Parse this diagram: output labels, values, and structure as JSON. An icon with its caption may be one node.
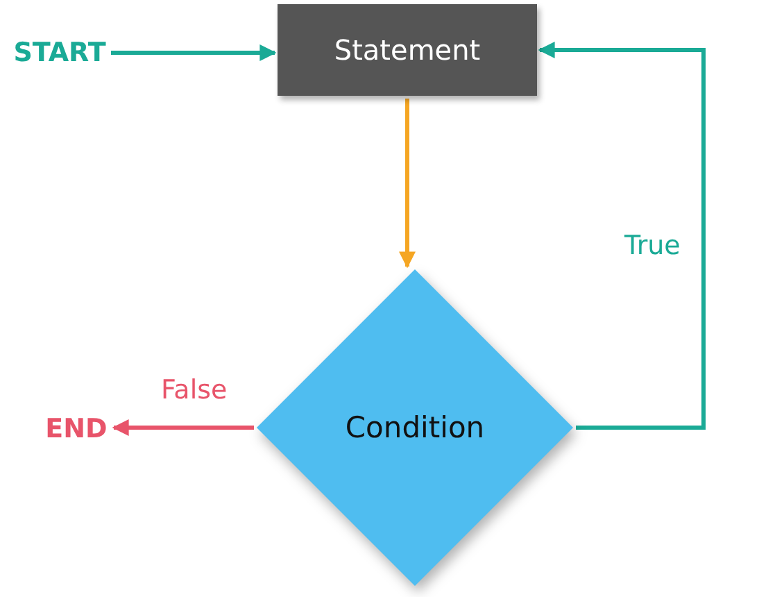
{
  "diagram": {
    "nodes": [
      {
        "text": [
          "START"
        ]
      },
      {
        "text": [
          "Statement"
        ]
      },
      {
        "text": [
          "Condition"
        ]
      },
      {
        "text": [
          "END"
        ]
      }
    ],
    "edges": [
      {
        "from": 0,
        "to": 1,
        "arrow": "to"
      },
      {
        "from": 1,
        "to": 2,
        "arrow": "to",
        "color": "#f5a623"
      },
      {
        "from": 2,
        "to": 1,
        "arrow": "to",
        "label": "True"
      },
      {
        "from": 2,
        "to": 3,
        "arrow": "to",
        "label": "False",
        "color": "#e8546a"
      }
    ]
  }
}
